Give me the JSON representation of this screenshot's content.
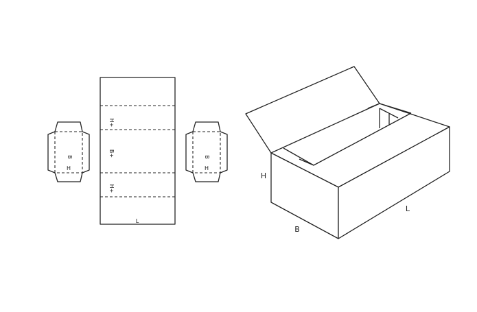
{
  "flat_layout": {
    "left_flap": {
      "label_b": "B",
      "label_h": "H"
    },
    "center_panel": {
      "label_h_plus_top": "H+",
      "label_b_plus": "B+",
      "label_h_plus_bottom": "H+",
      "label_l": "L"
    },
    "right_flap": {
      "label_b": "B",
      "label_h": "H"
    }
  },
  "box_3d": {
    "label_h": "H",
    "label_b": "B",
    "label_l": "L"
  }
}
